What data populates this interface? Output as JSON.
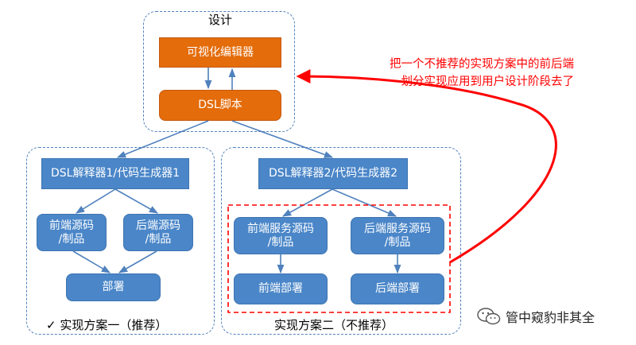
{
  "design_group": {
    "title": "设计",
    "editor": "可视化编辑器",
    "dsl": "DSL脚本"
  },
  "scheme1": {
    "interpreter": "DSL解释器1/代码生成器1",
    "frontend": [
      "前端源码",
      "/制品"
    ],
    "backend": [
      "后端源码",
      "/制品"
    ],
    "deploy": "部署",
    "checkmark": "✓",
    "caption": "实现方案一（推荐）"
  },
  "scheme2": {
    "interpreter": "DSL解释器2/代码生成器2",
    "frontend": [
      "前端服务源码",
      "/制品"
    ],
    "backend": [
      "后端服务源码",
      "/制品"
    ],
    "frontend_deploy": "前端部署",
    "backend_deploy": "后端部署",
    "caption": "实现方案二（不推荐）"
  },
  "annotation": [
    "把一个不推荐的实现方案中的前后端",
    "划分实现应用到用户设计阶段去了"
  ],
  "watermark": "管中窥豹非其全",
  "colors": {
    "orange": "#e46c0a",
    "blue": "#4a86c8",
    "dashed_border": "#4f81bd",
    "arrow": "#4f81bd",
    "highlight_red": "#ff0000"
  }
}
